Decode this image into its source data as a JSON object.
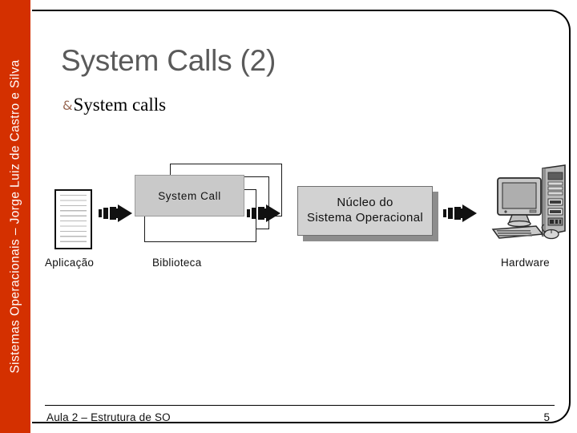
{
  "slide": {
    "sidebar": {
      "label": "Sistemas Operacionais – Jorge Luiz de Castro e Silva",
      "color": "#d43000"
    },
    "title": "System Calls (2)",
    "bullets": [
      {
        "glyph": "&",
        "text": "System calls"
      }
    ],
    "diagram": {
      "application": {
        "icon": "document-icon",
        "caption": "Aplicação"
      },
      "library": {
        "front_label": "System Call",
        "caption": "Biblioteca",
        "stack_count": 3,
        "front_fill": "#c9c9c9"
      },
      "kernel": {
        "line1": "Núcleo do",
        "line2": "Sistema Operacional",
        "fill": "#d2d2d2",
        "shadow": "#8d8d8d"
      },
      "hardware": {
        "icon": "computer-icon",
        "caption": "Hardware"
      },
      "arrows": [
        {
          "name": "arrow-application-to-library"
        },
        {
          "name": "arrow-library-to-kernel"
        },
        {
          "name": "arrow-kernel-to-hardware"
        }
      ]
    },
    "footer": {
      "left": "Aula 2 – Estrutura de SO",
      "page": "5"
    }
  }
}
